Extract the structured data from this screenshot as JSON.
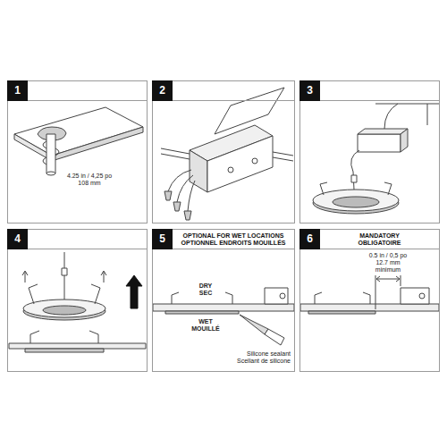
{
  "diagram": {
    "nodes": [
      {
        "text": [
          "1"
        ]
      },
      {
        "text": [
          "2"
        ]
      },
      {
        "text": [
          "3"
        ]
      },
      {
        "text": [
          "4"
        ]
      },
      {
        "text": [
          "5",
          "OPTIONAL FOR WET LOCATIONS",
          "OPTIONNEL ENDROITS MOUILLÉS"
        ]
      },
      {
        "text": [
          "6",
          "MANDATORY",
          "OBLIGATOIRE"
        ]
      }
    ],
    "labels": [
      "4.25 in / 4,25 po",
      "108 mm",
      "DRY",
      "SEC",
      "WET",
      "MOUILLÉ",
      "Silicone sealant",
      "Scellant de silicone",
      "0.5 in / 0,5 po",
      "12.7 mm",
      "minimum"
    ]
  }
}
